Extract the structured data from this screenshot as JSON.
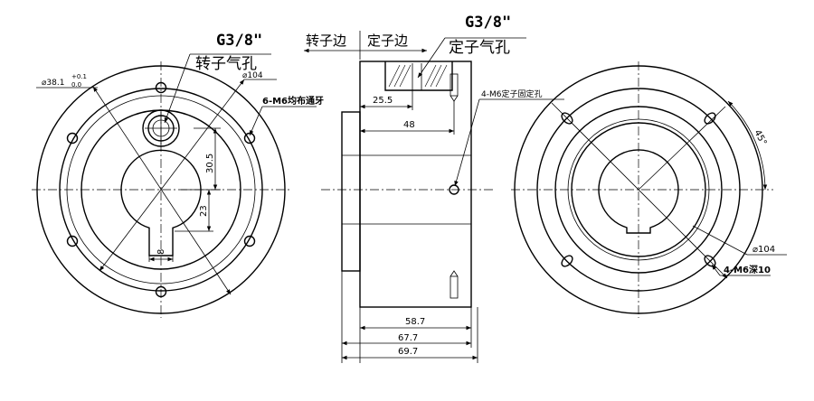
{
  "left_view": {
    "thread_label": "G3/8\"",
    "rotor_port_label": "转子气孔",
    "dim_bore": "⌀38.1",
    "tol_upper": "+0.1",
    "tol_lower": "0.0",
    "dim_pcd": "⌀104",
    "holes_note": "6-M6均布通牙",
    "dim_30_5": "30.5",
    "dim_23": "23",
    "dim_8": "8"
  },
  "middle_view": {
    "rotor_side": "转子边",
    "stator_side": "定子边",
    "thread_label": "G3/8\"",
    "stator_port_label": "定子气孔",
    "dim_25_5": "25.5",
    "dim_48": "48",
    "fix_holes_note": "4-M6定子固定孔",
    "dim_58_7": "58.7",
    "dim_67_7": "67.7",
    "dim_69_7": "69.7"
  },
  "right_view": {
    "angle": "45°",
    "dim_pcd": "⌀104",
    "holes_note": "4-M6深10"
  }
}
